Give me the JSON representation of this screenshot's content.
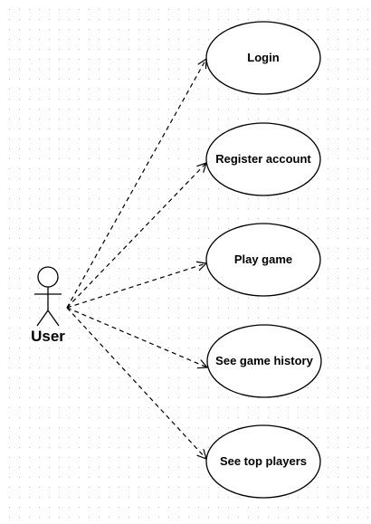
{
  "actor": {
    "name": "User"
  },
  "use_cases": [
    {
      "label": "Login"
    },
    {
      "label": "Register account"
    },
    {
      "label": "Play game"
    },
    {
      "label": "See game history"
    },
    {
      "label": "See top players"
    }
  ],
  "colors": {
    "line": "#000000",
    "ellipse_fill": "#ffffff",
    "grid_dot": "#c4c4c4"
  }
}
